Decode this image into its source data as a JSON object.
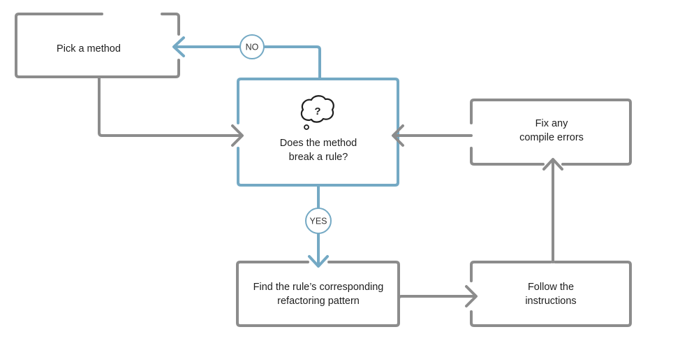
{
  "colors": {
    "gray": "#8c8c8c",
    "blue": "#74a9c4",
    "text": "#1e1e1e",
    "background": "#ffffff"
  },
  "nodes": {
    "pick_method": {
      "lines": [
        "Pick a method"
      ]
    },
    "decision": {
      "lines": [
        "Does the method",
        "break a rule?"
      ],
      "icon": "thought-bubble-question-icon",
      "icon_text": "?"
    },
    "find_pattern": {
      "lines": [
        "Find the rule’s corresponding",
        "refactoring pattern"
      ]
    },
    "follow_instructions": {
      "lines": [
        "Follow the",
        "instructions"
      ]
    },
    "fix_errors": {
      "lines": [
        "Fix any",
        "compile errors"
      ]
    }
  },
  "badges": {
    "no": "NO",
    "yes": "YES"
  }
}
